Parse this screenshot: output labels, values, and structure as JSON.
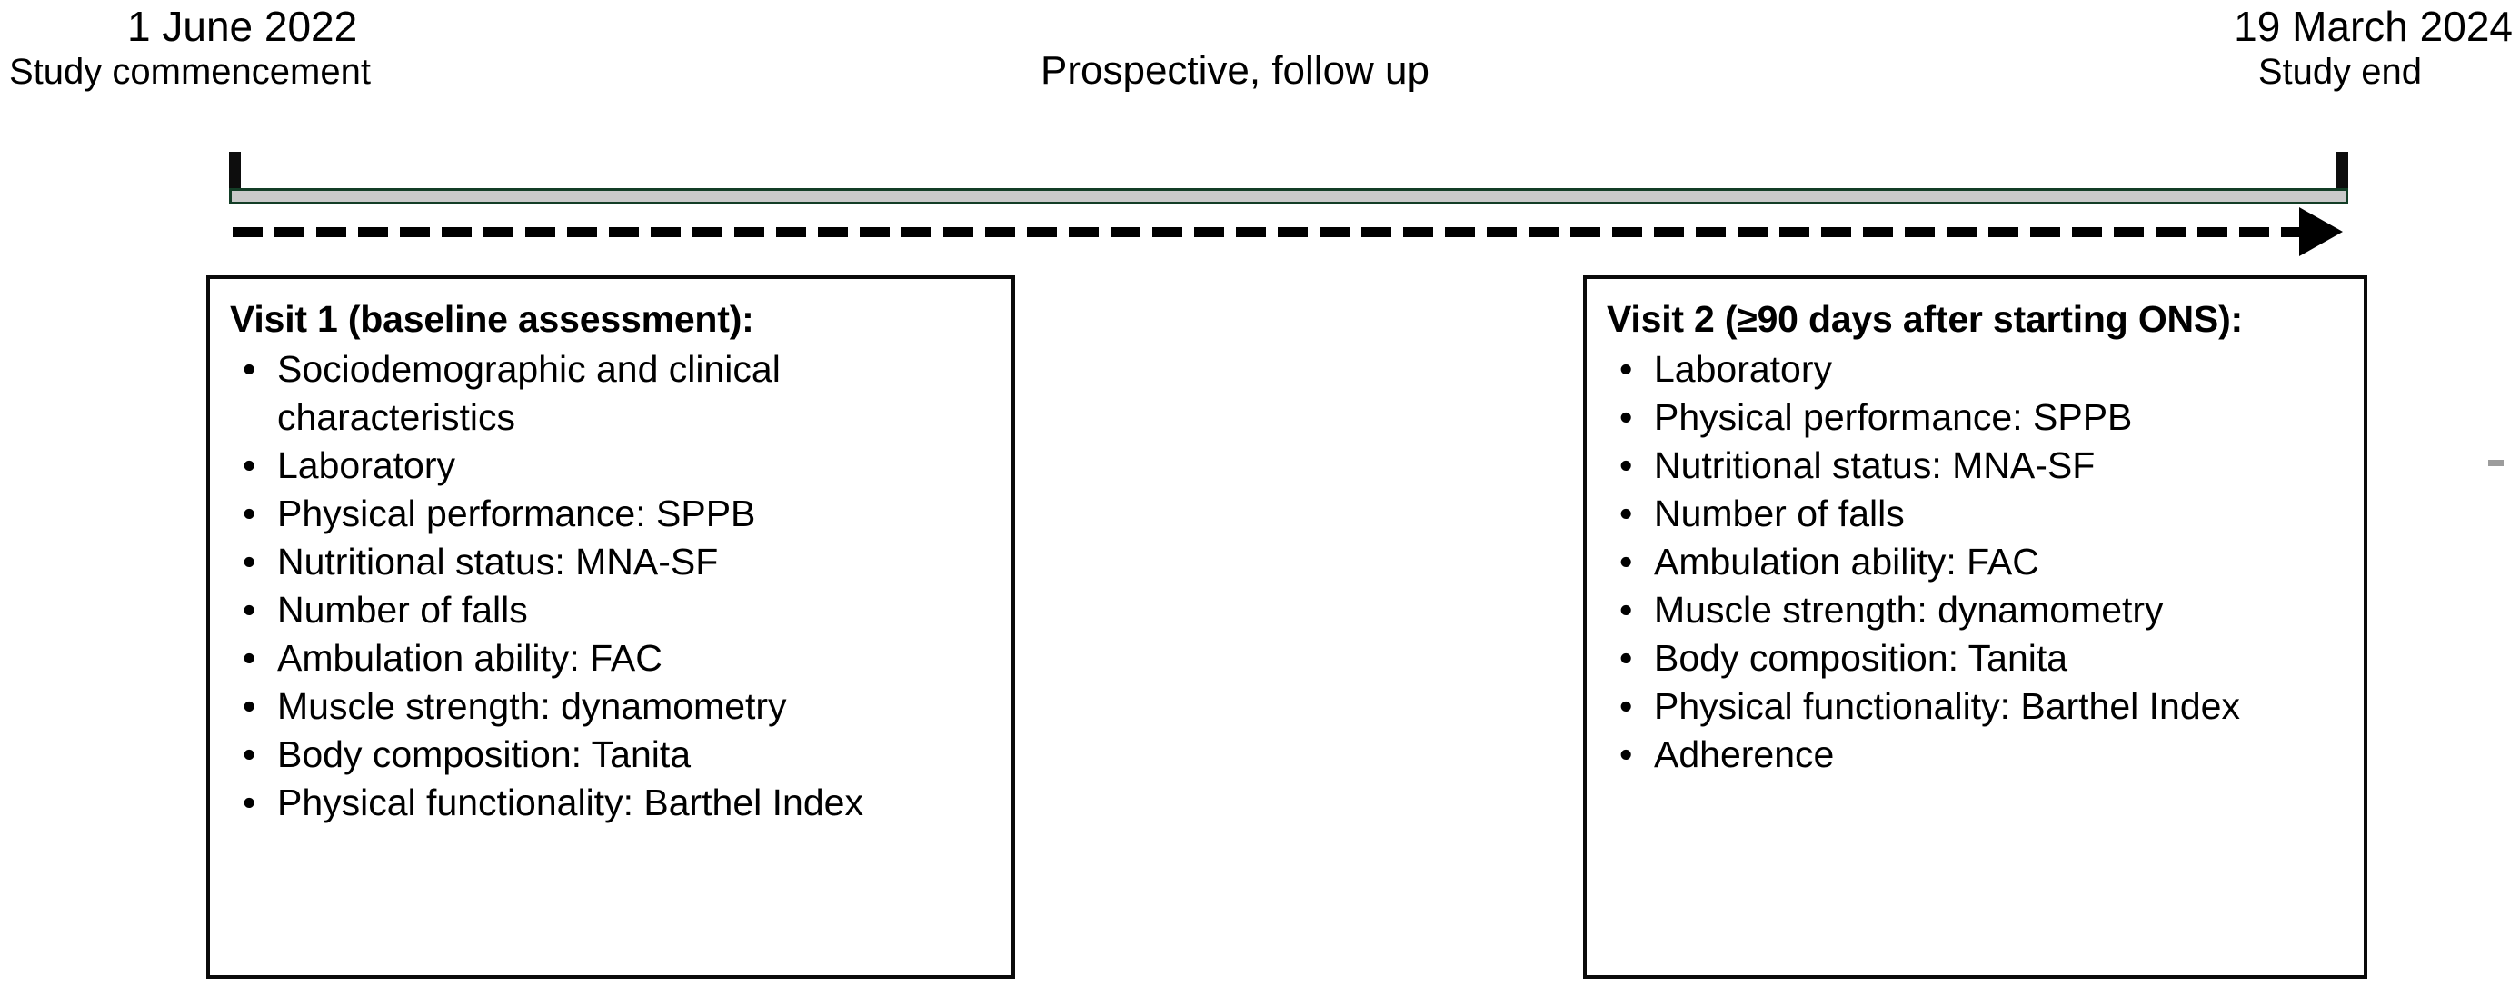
{
  "timeline": {
    "start_date": "1 June 2022",
    "start_caption": "Study commencement",
    "end_date": "19 March 2024",
    "end_caption": "Study end",
    "period_label": "Prospective, follow up",
    "bar_fill_color": "#c9c9c9",
    "bar_border_color": "#133d26",
    "arrow_color": "#000000",
    "tick_color": "#0d0d0d"
  },
  "visits": [
    {
      "title": "Visit 1 (baseline assessment):",
      "items": [
        "Sociodemographic and clinical characteristics",
        "Laboratory",
        "Physical performance: SPPB",
        "Nutritional status: MNA-SF",
        "Number of falls",
        "Ambulation ability: FAC",
        "Muscle strength: dynamometry",
        "Body composition: Tanita",
        "Physical functionality: Barthel Index"
      ]
    },
    {
      "title": "Visit 2 (≥90 days after starting ONS):",
      "items": [
        "Laboratory",
        "Physical performance: SPPB",
        "Nutritional status: MNA-SF",
        "Number of falls",
        "Ambulation ability: FAC",
        "Muscle strength: dynamometry",
        "Body composition: Tanita",
        "Physical functionality: Barthel Index",
        "Adherence"
      ]
    }
  ],
  "bullet_glyph": "•"
}
